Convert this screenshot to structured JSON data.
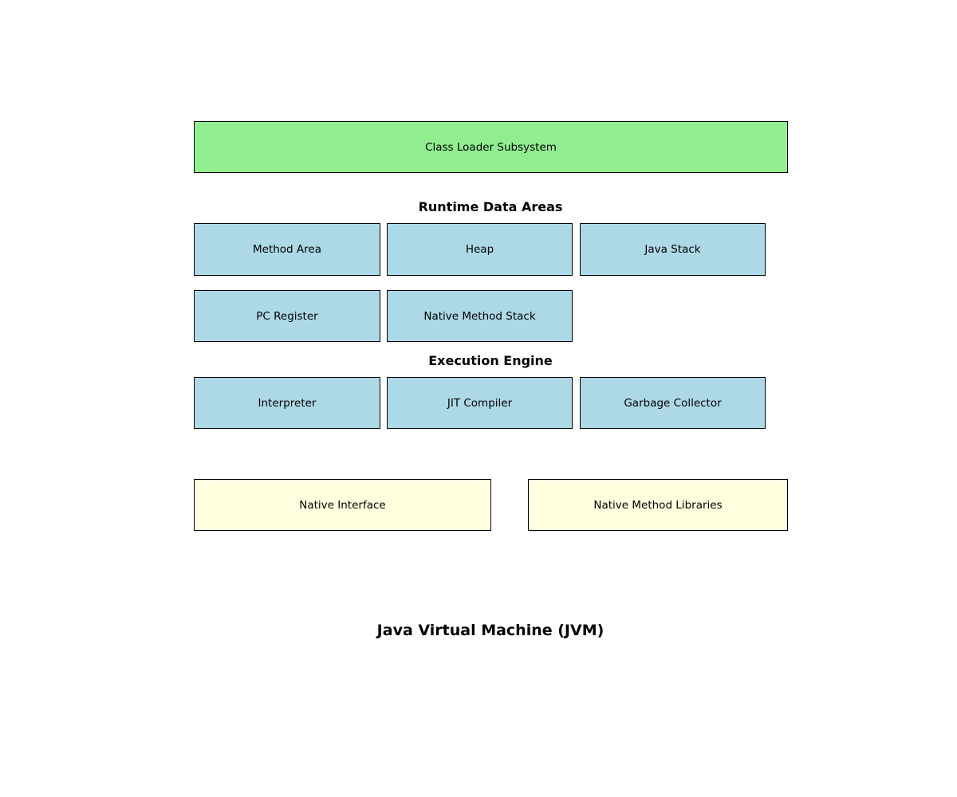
{
  "colors": {
    "class_loader": "#90ee90",
    "runtime_and_engine": "#add8e6",
    "native": "#ffffe0",
    "border": "#000000"
  },
  "class_loader": {
    "label": "Class Loader Subsystem"
  },
  "runtime_data_areas": {
    "title": "Runtime Data Areas",
    "items": [
      {
        "label": "Method Area"
      },
      {
        "label": "Heap"
      },
      {
        "label": "Java Stack"
      },
      {
        "label": "PC Register"
      },
      {
        "label": "Native Method Stack"
      }
    ]
  },
  "execution_engine": {
    "title": "Execution Engine",
    "items": [
      {
        "label": "Interpreter"
      },
      {
        "label": "JIT Compiler"
      },
      {
        "label": "Garbage Collector"
      }
    ]
  },
  "native": {
    "items": [
      {
        "label": "Native Interface"
      },
      {
        "label": "Native Method Libraries"
      }
    ]
  },
  "diagram_title": "Java Virtual Machine (JVM)"
}
